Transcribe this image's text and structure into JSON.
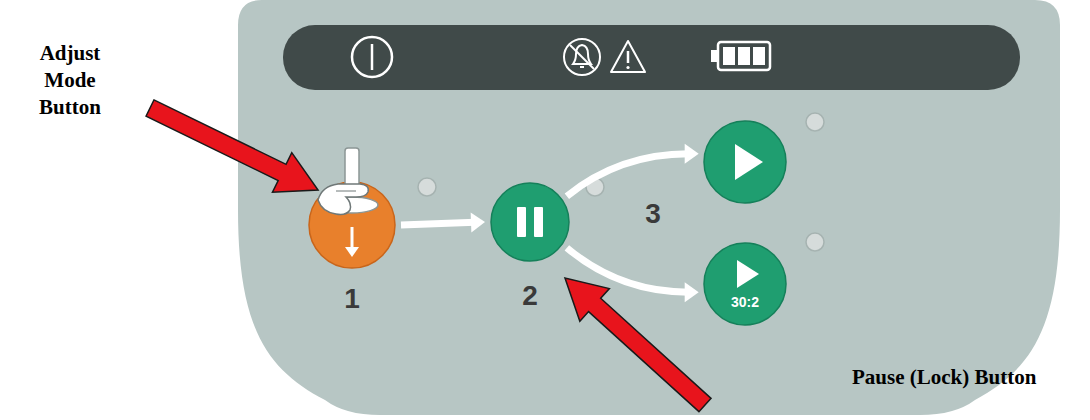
{
  "diagram": {
    "nodes": [
      {
        "text": [
          "1"
        ]
      },
      {
        "text": [
          "2"
        ]
      },
      {
        "text": [
          "3"
        ]
      },
      {
        "text": [
          "30:2"
        ]
      }
    ],
    "edges": [
      {
        "from": 0,
        "to": 1,
        "arrow": "to"
      },
      {
        "from": 1,
        "to": 2,
        "arrow": "to"
      },
      {
        "from": 1,
        "to": 3,
        "arrow": "to"
      }
    ],
    "labels": [
      "Adjust Mode Button",
      "Pause (Lock) Button"
    ]
  }
}
